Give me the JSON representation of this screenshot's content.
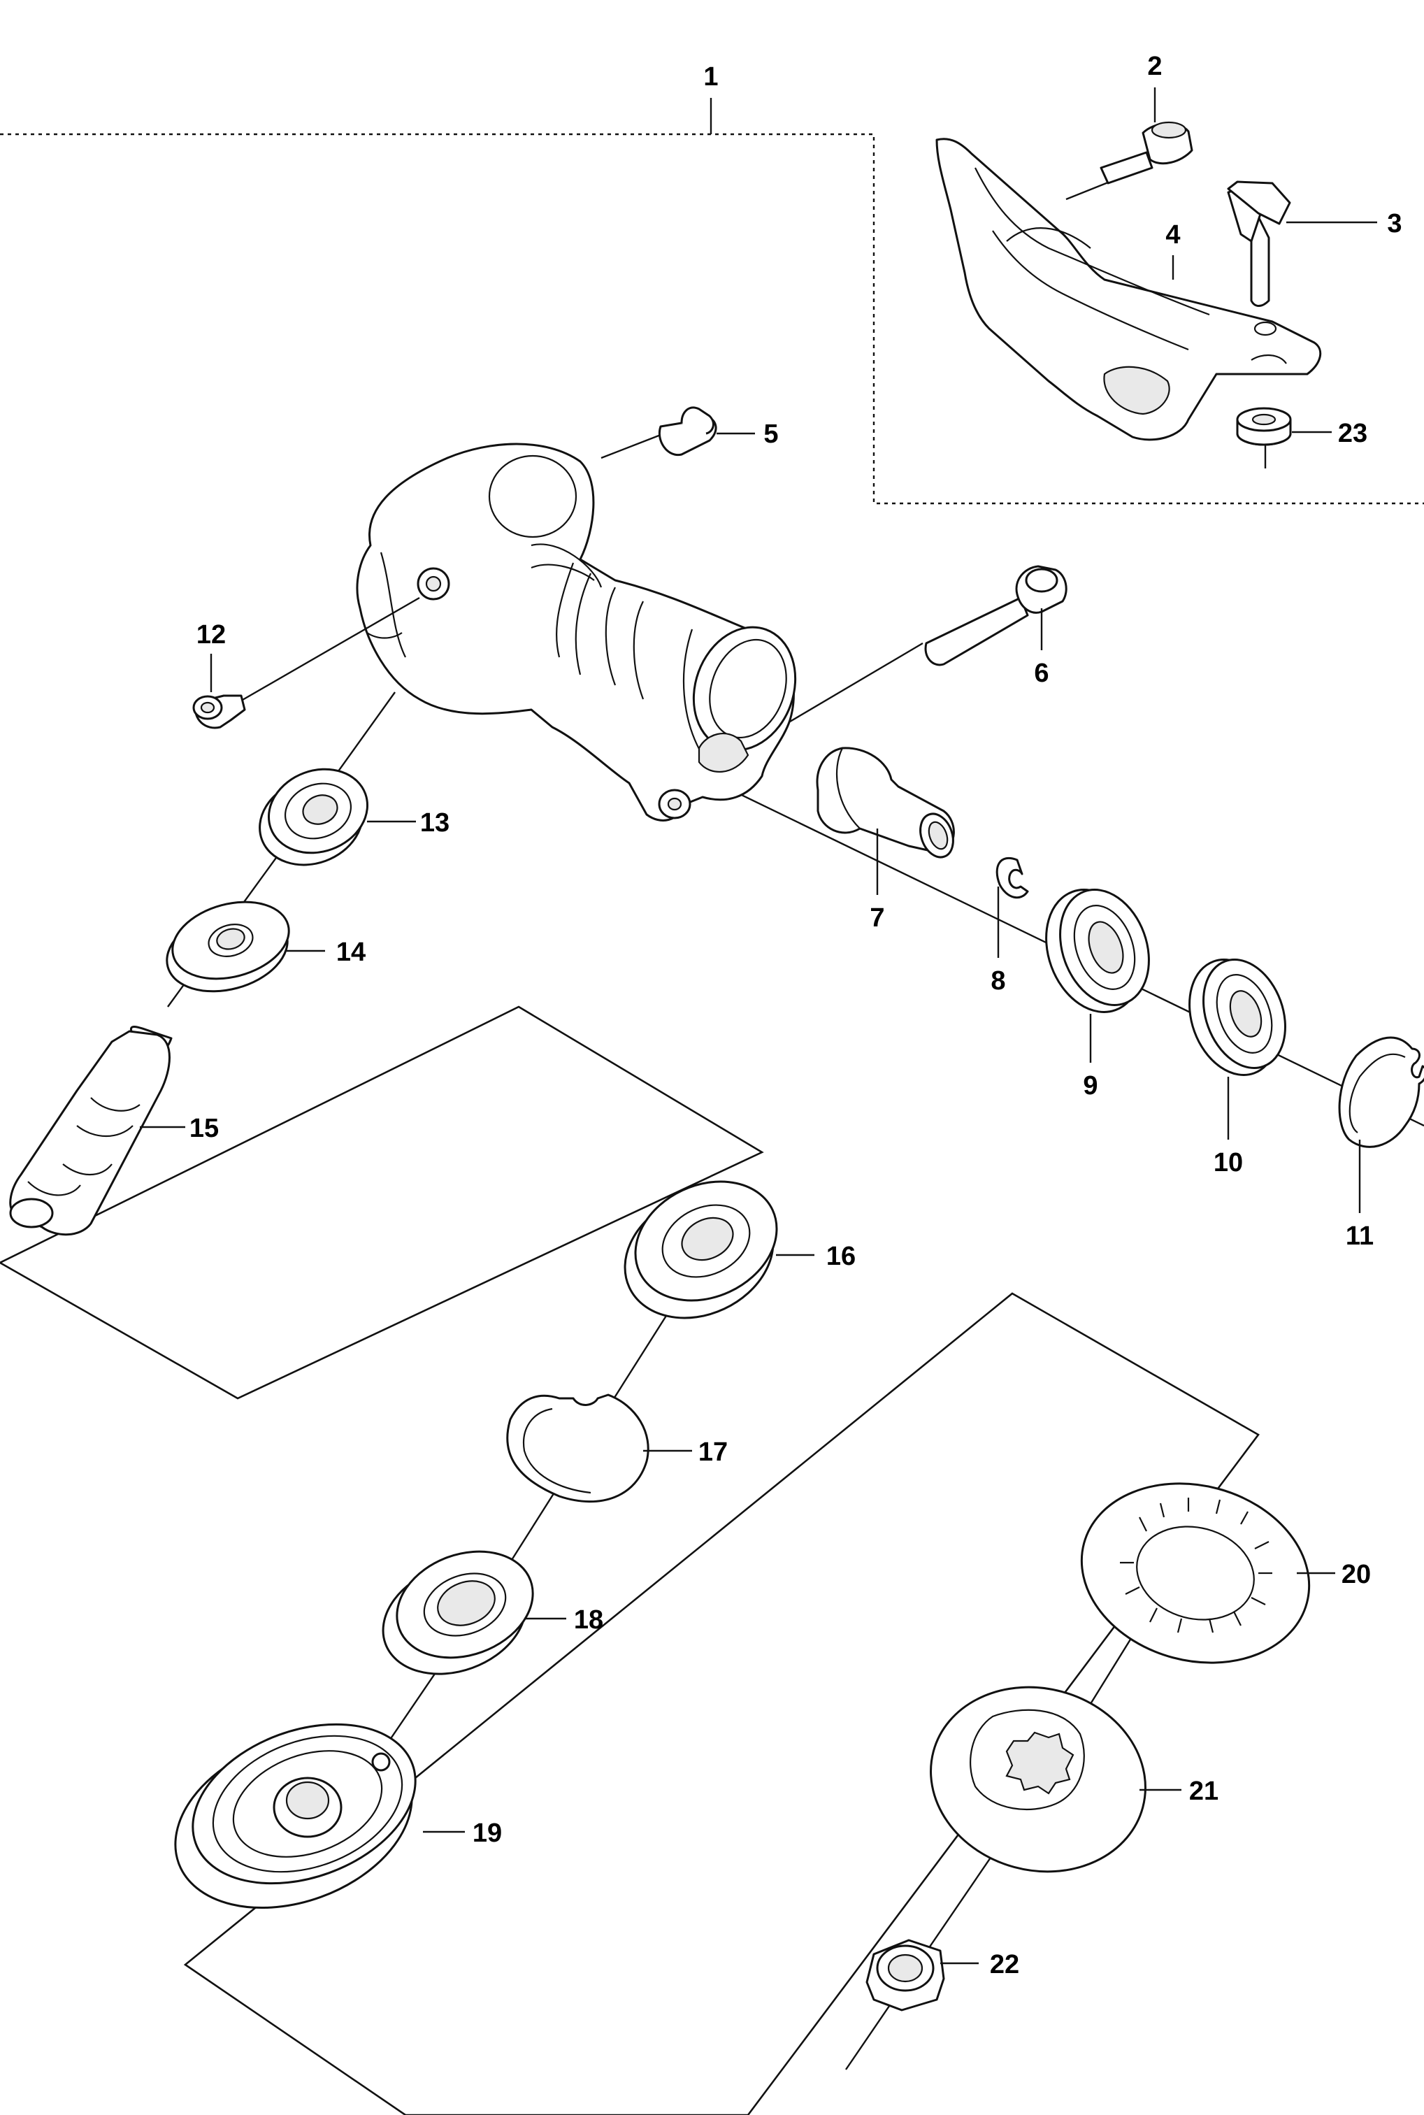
{
  "callouts": [
    {
      "id": "1",
      "text": "1"
    },
    {
      "id": "2",
      "text": "2"
    },
    {
      "id": "3",
      "text": "3"
    },
    {
      "id": "4",
      "text": "4"
    },
    {
      "id": "5",
      "text": "5"
    },
    {
      "id": "6",
      "text": "6"
    },
    {
      "id": "7",
      "text": "7"
    },
    {
      "id": "8",
      "text": "8"
    },
    {
      "id": "9",
      "text": "9"
    },
    {
      "id": "10",
      "text": "10"
    },
    {
      "id": "11",
      "text": "11"
    },
    {
      "id": "12",
      "text": "12"
    },
    {
      "id": "13",
      "text": "13"
    },
    {
      "id": "14",
      "text": "14"
    },
    {
      "id": "15",
      "text": "15"
    },
    {
      "id": "16",
      "text": "16"
    },
    {
      "id": "17",
      "text": "17"
    },
    {
      "id": "18",
      "text": "18"
    },
    {
      "id": "19",
      "text": "19"
    },
    {
      "id": "20",
      "text": "20"
    },
    {
      "id": "21",
      "text": "21"
    },
    {
      "id": "22",
      "text": "22"
    },
    {
      "id": "23",
      "text": "23"
    }
  ],
  "colors": {
    "line": "#111111",
    "background": "#ffffff",
    "shade": "#e9e9e9"
  }
}
